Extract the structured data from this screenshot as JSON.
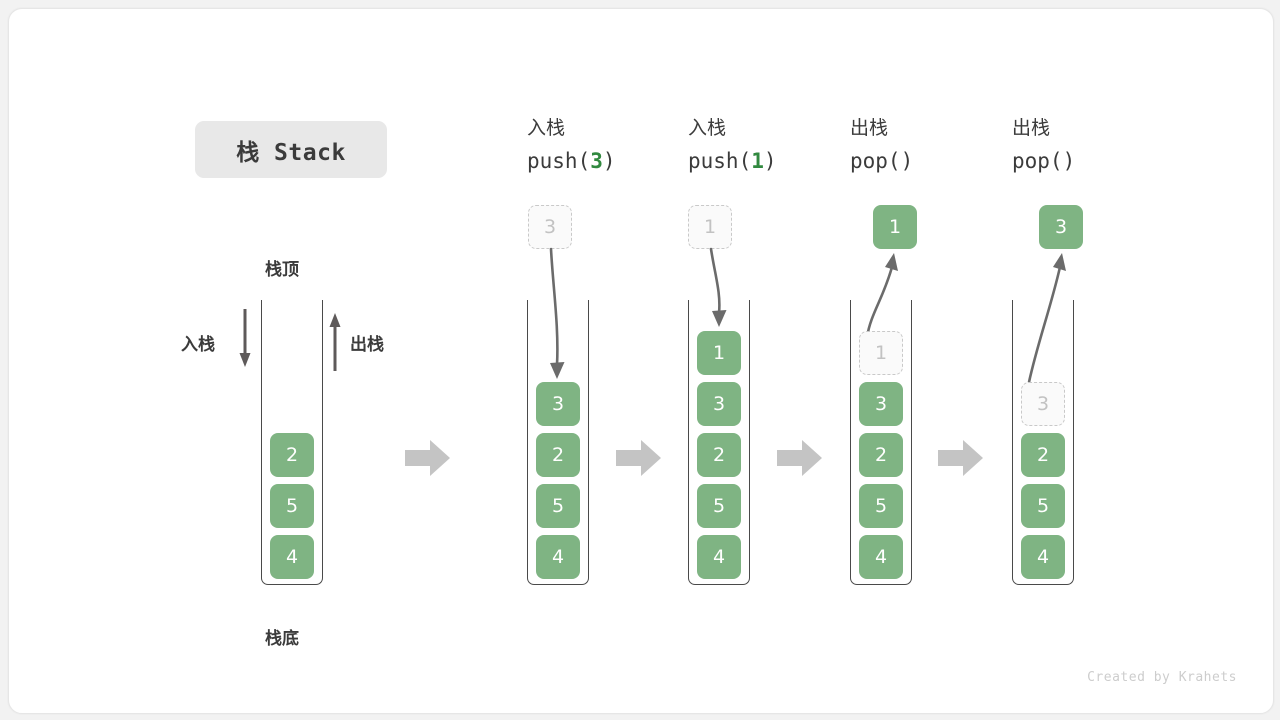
{
  "title": {
    "text": "栈 Stack"
  },
  "legend": {
    "top_label": "栈顶",
    "bottom_label": "栈底",
    "push_label": "入栈",
    "pop_label": "出栈"
  },
  "colors": {
    "element_green": "#7fb483",
    "accent_green": "#31893f",
    "ghost_border": "#c9c9c9",
    "ghost_text": "#c2c2c2",
    "container_line": "#4a4a4a",
    "step_arrow": "#c4c4c4",
    "card_background": "#ffffff",
    "page_background": "#f2f2f2",
    "chip_background": "#e8e8e8",
    "text": "#3b3b3b"
  },
  "columns": [
    {
      "id": "initial",
      "header_cn": "",
      "header_code": "",
      "header_arg": "",
      "stack": [
        "4",
        "5",
        "2"
      ],
      "float_box": null,
      "ghost_in_stack": null
    },
    {
      "id": "push-3",
      "header_cn": "入栈",
      "header_code_prefix": "push(",
      "header_arg": "3",
      "header_code_suffix": ")",
      "stack": [
        "4",
        "5",
        "2",
        "3"
      ],
      "float_box": {
        "value": "3",
        "style": "ghost"
      },
      "ghost_in_stack": null
    },
    {
      "id": "push-1",
      "header_cn": "入栈",
      "header_code_prefix": "push(",
      "header_arg": "1",
      "header_code_suffix": ")",
      "stack": [
        "4",
        "5",
        "2",
        "3",
        "1"
      ],
      "float_box": {
        "value": "1",
        "style": "ghost"
      },
      "ghost_in_stack": null
    },
    {
      "id": "pop-1",
      "header_cn": "出栈",
      "header_code_prefix": "pop(",
      "header_arg": "",
      "header_code_suffix": ")",
      "stack": [
        "4",
        "5",
        "2",
        "3"
      ],
      "float_box": {
        "value": "1",
        "style": "solid"
      },
      "ghost_in_stack": {
        "value": "1"
      }
    },
    {
      "id": "pop-3",
      "header_cn": "出栈",
      "header_code_prefix": "pop(",
      "header_arg": "",
      "header_code_suffix": ")",
      "stack": [
        "4",
        "5",
        "2"
      ],
      "float_box": {
        "value": "3",
        "style": "solid"
      },
      "ghost_in_stack": {
        "value": "3"
      }
    }
  ],
  "credit": "Created by Krahets"
}
